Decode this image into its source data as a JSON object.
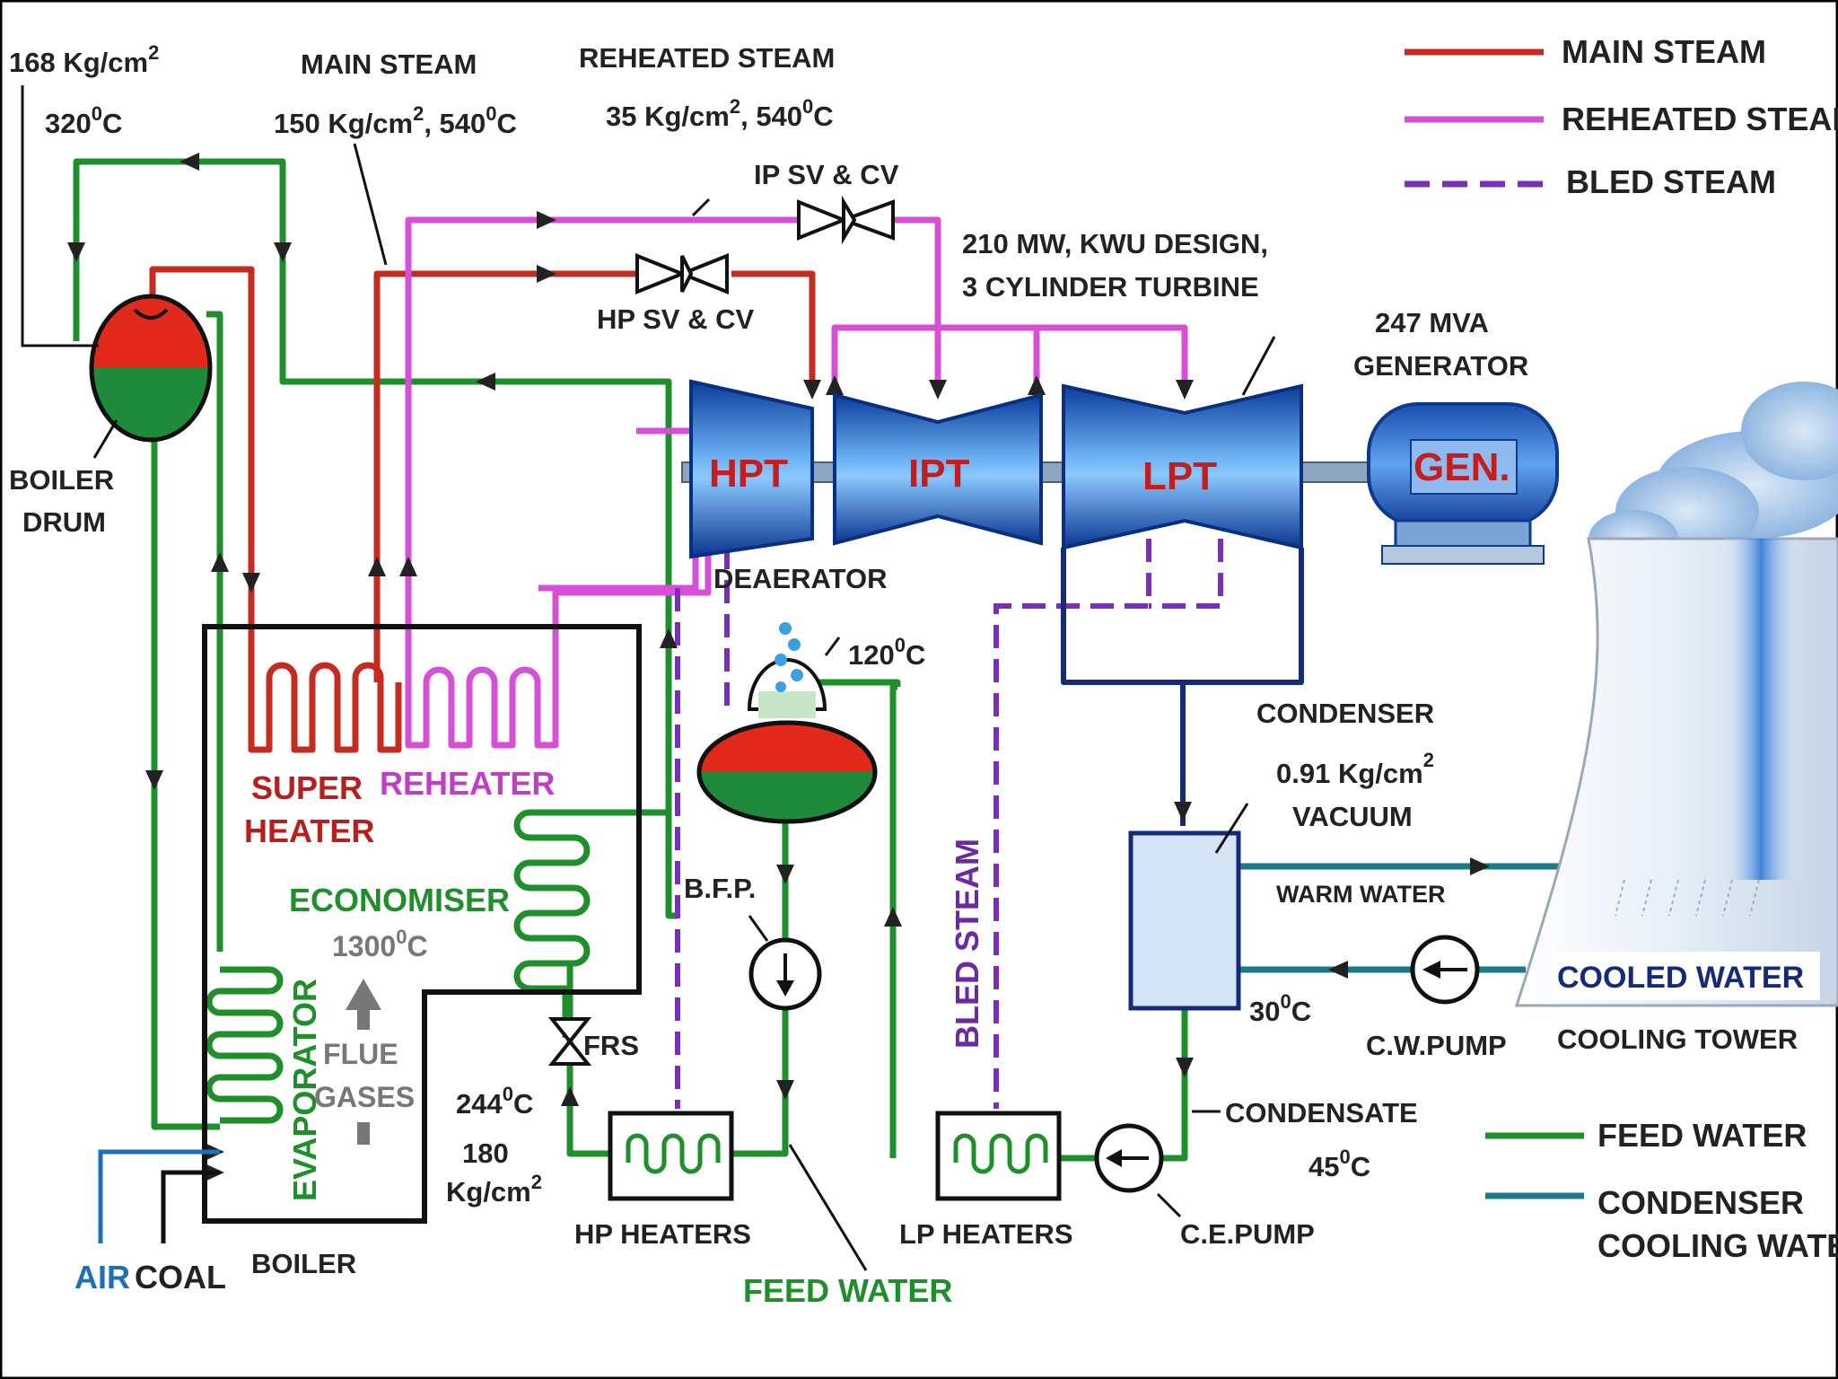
{
  "colors": {
    "main_steam": "#c42c22",
    "reheated_steam": "#d64fd4",
    "bled_steam": "#7a2fb8",
    "feed_water": "#1f8f2c",
    "cooling_water": "#1a7a86",
    "outline": "#162a7a"
  },
  "legend": {
    "main_steam": "MAIN STEAM",
    "reheated_steam": "REHEATED STEAM",
    "bled_steam": "BLED STEAM",
    "feed_water": "FEED WATER",
    "condenser_cooling_water_1": "CONDENSER",
    "condenser_cooling_water_2": "COOLING WATER"
  },
  "drum_conditions": {
    "pressure": "168 Kg/cm",
    "pressure_exp": "2",
    "temp": "320",
    "temp_exp": "0",
    "temp_unit": "C"
  },
  "main_steam_label": {
    "title": "MAIN STEAM",
    "pressure": "150 Kg/cm",
    "pressure_exp": "2",
    "temp": ", 540",
    "temp_exp": "0",
    "temp_unit": "C"
  },
  "reheated_steam_label": {
    "title": "REHEATED STEAM",
    "pressure": "35 Kg/cm",
    "pressure_exp": "2",
    "temp": ", 540",
    "temp_exp": "0",
    "temp_unit": "C"
  },
  "valves": {
    "ip": "IP SV & CV",
    "hp": "HP SV & CV",
    "frs": "FRS"
  },
  "turbine_title": {
    "line1": "210 MW, KWU DESIGN,",
    "line2": "3 CYLINDER TURBINE"
  },
  "generator_title": {
    "line1": "247 MVA",
    "line2": "GENERATOR"
  },
  "turbines": {
    "hpt": "HPT",
    "ipt": "IPT",
    "lpt": "LPT",
    "gen": "GEN."
  },
  "boiler_drum": {
    "line1": "BOILER",
    "line2": "DRUM"
  },
  "boiler": {
    "super_heater_1": "SUPER",
    "super_heater_2": "HEATER",
    "reheater": "REHEATER",
    "economiser": "ECONOMISER",
    "evaporator": "EVAPORATOR",
    "flue_temp": "1300",
    "flue_temp_exp": "0",
    "flue_temp_unit": "C",
    "flue_1": "FLUE",
    "flue_2": "GASES",
    "label": "BOILER",
    "air": "AIR",
    "coal": "COAL"
  },
  "deaerator": {
    "label": "DEAERATOR",
    "temp": "120",
    "temp_exp": "0",
    "temp_unit": "C"
  },
  "bfp": "B.F.P.",
  "feed_conditions": {
    "temp": "244",
    "temp_exp": "0",
    "temp_unit": "C",
    "pressure_1": "180",
    "pressure_2": "Kg/cm",
    "pressure_exp": "2"
  },
  "hp_heaters": "HP HEATERS",
  "lp_heaters": "LP HEATERS",
  "feed_water_label": "FEED WATER",
  "bled_steam_vertical": "BLED STEAM",
  "condenser": {
    "line1": "CONDENSER",
    "line2": "0.91 Kg/cm",
    "line2_exp": "2",
    "line3": "VACUUM"
  },
  "warm_water": "WARM WATER",
  "cooled_water": "COOLED WATER",
  "cooling_tower": "COOLING TOWER",
  "cw_temp": {
    "temp": "30",
    "temp_exp": "0",
    "temp_unit": "C"
  },
  "cw_pump": "C.W.PUMP",
  "condensate": {
    "label": "CONDENSATE",
    "temp": "45",
    "temp_exp": "0",
    "temp_unit": "C"
  },
  "ce_pump": "C.E.PUMP"
}
